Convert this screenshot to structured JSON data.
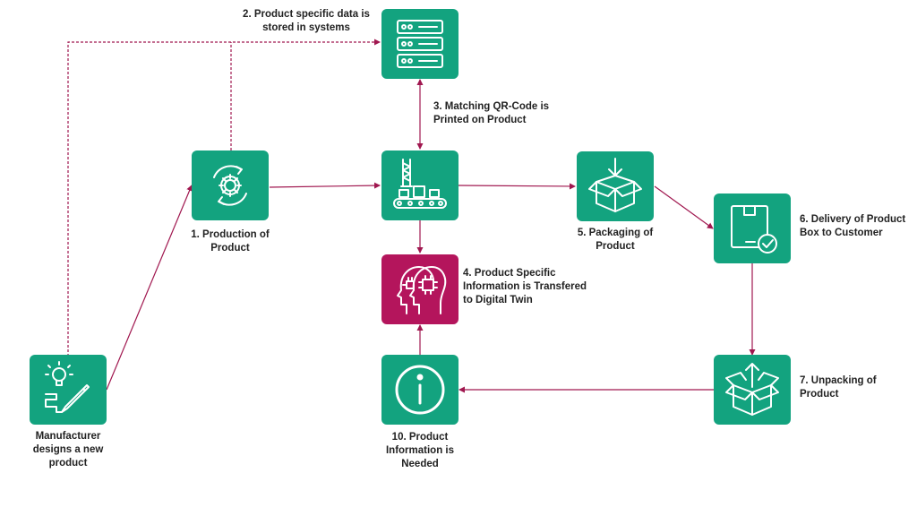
{
  "colors": {
    "box_green": "#13a37f",
    "box_magenta": "#b4155c",
    "arrow": "#a0174f",
    "icon_stroke": "#ffffff"
  },
  "nodes": {
    "manufacturer": {
      "label": "Manufacturer\ndesigns a new\nproduct",
      "icon": "lightbulb-pencil-icon"
    },
    "production": {
      "label": "1. Production of\nProduct",
      "icon": "gear-cycle-icon"
    },
    "storage": {
      "label": "2. Product specific data is\nstored in systems",
      "icon": "server-icon"
    },
    "qrcode": {
      "label": "3. Matching QR-Code is\nPrinted on Product",
      "icon": "conveyor-belt-icon"
    },
    "digital_twin": {
      "label": "4. Product Specific\nInformation is Transfered\nto Digital Twin",
      "icon": "ai-heads-icon"
    },
    "packaging": {
      "label": "5. Packaging of\nProduct",
      "icon": "box-in-icon"
    },
    "delivery": {
      "label": "6. Delivery of Product\nBox to Customer",
      "icon": "box-check-icon"
    },
    "unpacking": {
      "label": "7. Unpacking of\nProduct",
      "icon": "box-out-icon"
    },
    "info_needed": {
      "label": "10. Product\nInformation is\nNeeded",
      "icon": "info-icon"
    }
  }
}
